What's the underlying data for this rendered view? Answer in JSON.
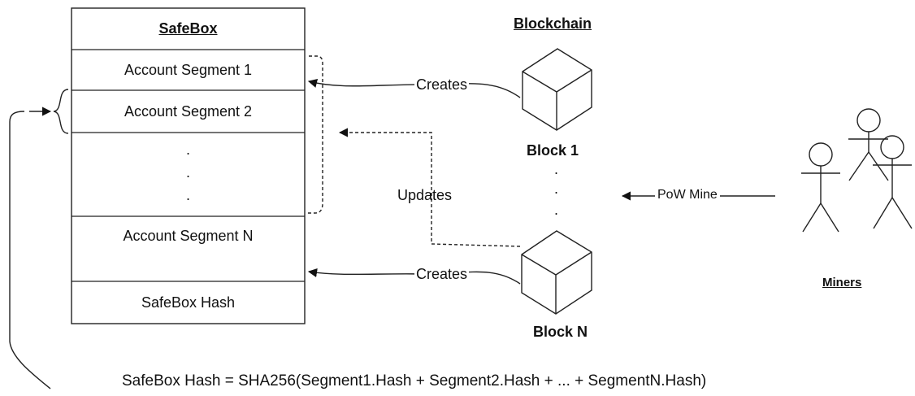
{
  "safebox": {
    "title": "SafeBox",
    "segment1": "Account Segment 1",
    "segment2": "Account Segment 2",
    "dot1": ".",
    "dot2": ".",
    "dot3": ".",
    "segmentN": "Account Segment N",
    "hash": "SafeBox Hash"
  },
  "blockchain": {
    "title": "Blockchain",
    "block1": "Block 1",
    "blockN": "Block N",
    "dot1": ".",
    "dot2": ".",
    "dot3": "."
  },
  "miners": {
    "title": "Miners",
    "action": "PoW Mine"
  },
  "edges": {
    "creates_top": "Creates",
    "creates_bottom": "Creates",
    "updates": "Updates"
  },
  "formula": "SafeBox Hash = SHA256(Segment1.Hash + Segment2.Hash + ... + SegmentN.Hash)"
}
